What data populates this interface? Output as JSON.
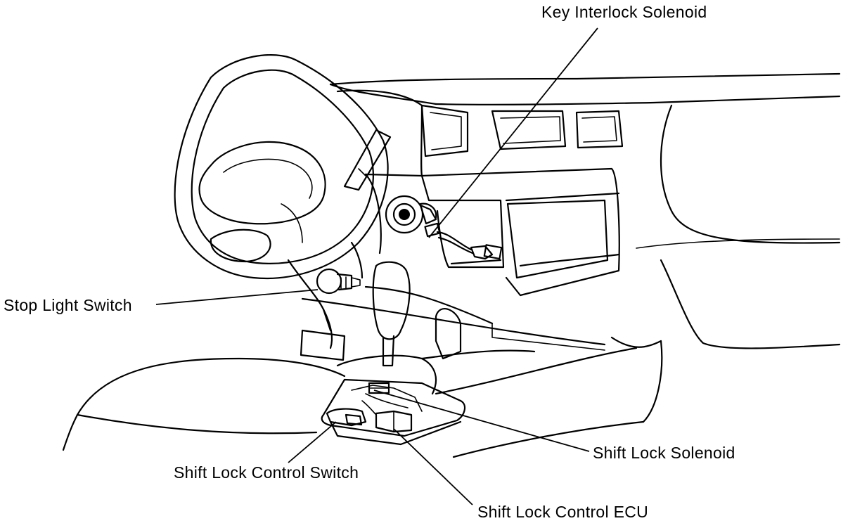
{
  "labels": {
    "key_interlock_solenoid": "Key Interlock Solenoid",
    "stop_light_switch": "Stop Light Switch",
    "shift_lock_solenoid": "Shift Lock Solenoid",
    "shift_lock_control_switch": "Shift Lock Control Switch",
    "shift_lock_control_ecu": "Shift Lock Control ECU"
  },
  "colors": {
    "line": "#000000",
    "background": "#ffffff"
  }
}
